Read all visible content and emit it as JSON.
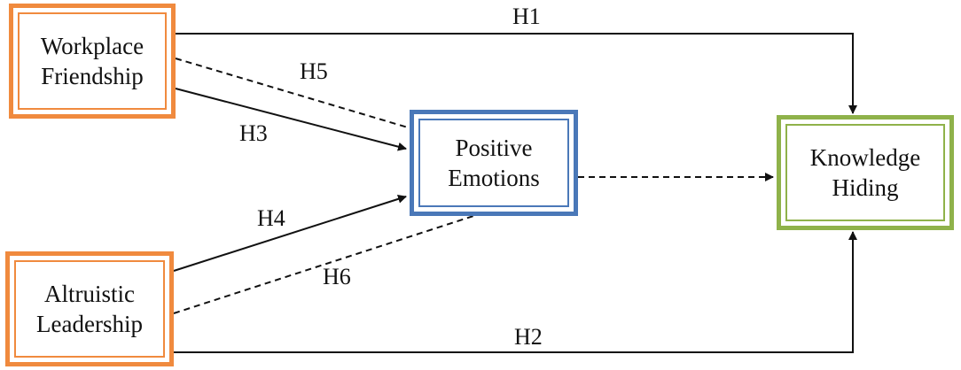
{
  "nodes": {
    "workplace_friendship": {
      "line1": "Workplace",
      "line2": "Friendship",
      "color": "#f08a3e"
    },
    "altruistic_leadership": {
      "line1": "Altruistic",
      "line2": "Leadership",
      "color": "#f08a3e"
    },
    "positive_emotions": {
      "line1": "Positive",
      "line2": "Emotions",
      "color": "#4a78b8"
    },
    "knowledge_hiding": {
      "line1": "Knowledge",
      "line2": "Hiding",
      "color": "#8fb24a"
    }
  },
  "hypotheses": {
    "h1": "H1",
    "h2": "H2",
    "h3": "H3",
    "h4": "H4",
    "h5": "H5",
    "h6": "H6"
  },
  "edges": [
    {
      "hypothesis": "h1",
      "from": "workplace_friendship",
      "to": "knowledge_hiding",
      "style": "solid"
    },
    {
      "hypothesis": "h2",
      "from": "altruistic_leadership",
      "to": "knowledge_hiding",
      "style": "solid"
    },
    {
      "hypothesis": "h3",
      "from": "workplace_friendship",
      "to": "positive_emotions",
      "style": "solid"
    },
    {
      "hypothesis": "h4",
      "from": "altruistic_leadership",
      "to": "positive_emotions",
      "style": "solid"
    },
    {
      "hypothesis": "h5",
      "from": "workplace_friendship",
      "to": "positive_emotions",
      "style": "dashed"
    },
    {
      "hypothesis": "h6",
      "from": "altruistic_leadership",
      "to": "positive_emotions",
      "style": "dashed"
    },
    {
      "from": "positive_emotions",
      "to": "knowledge_hiding",
      "style": "dashed"
    }
  ]
}
